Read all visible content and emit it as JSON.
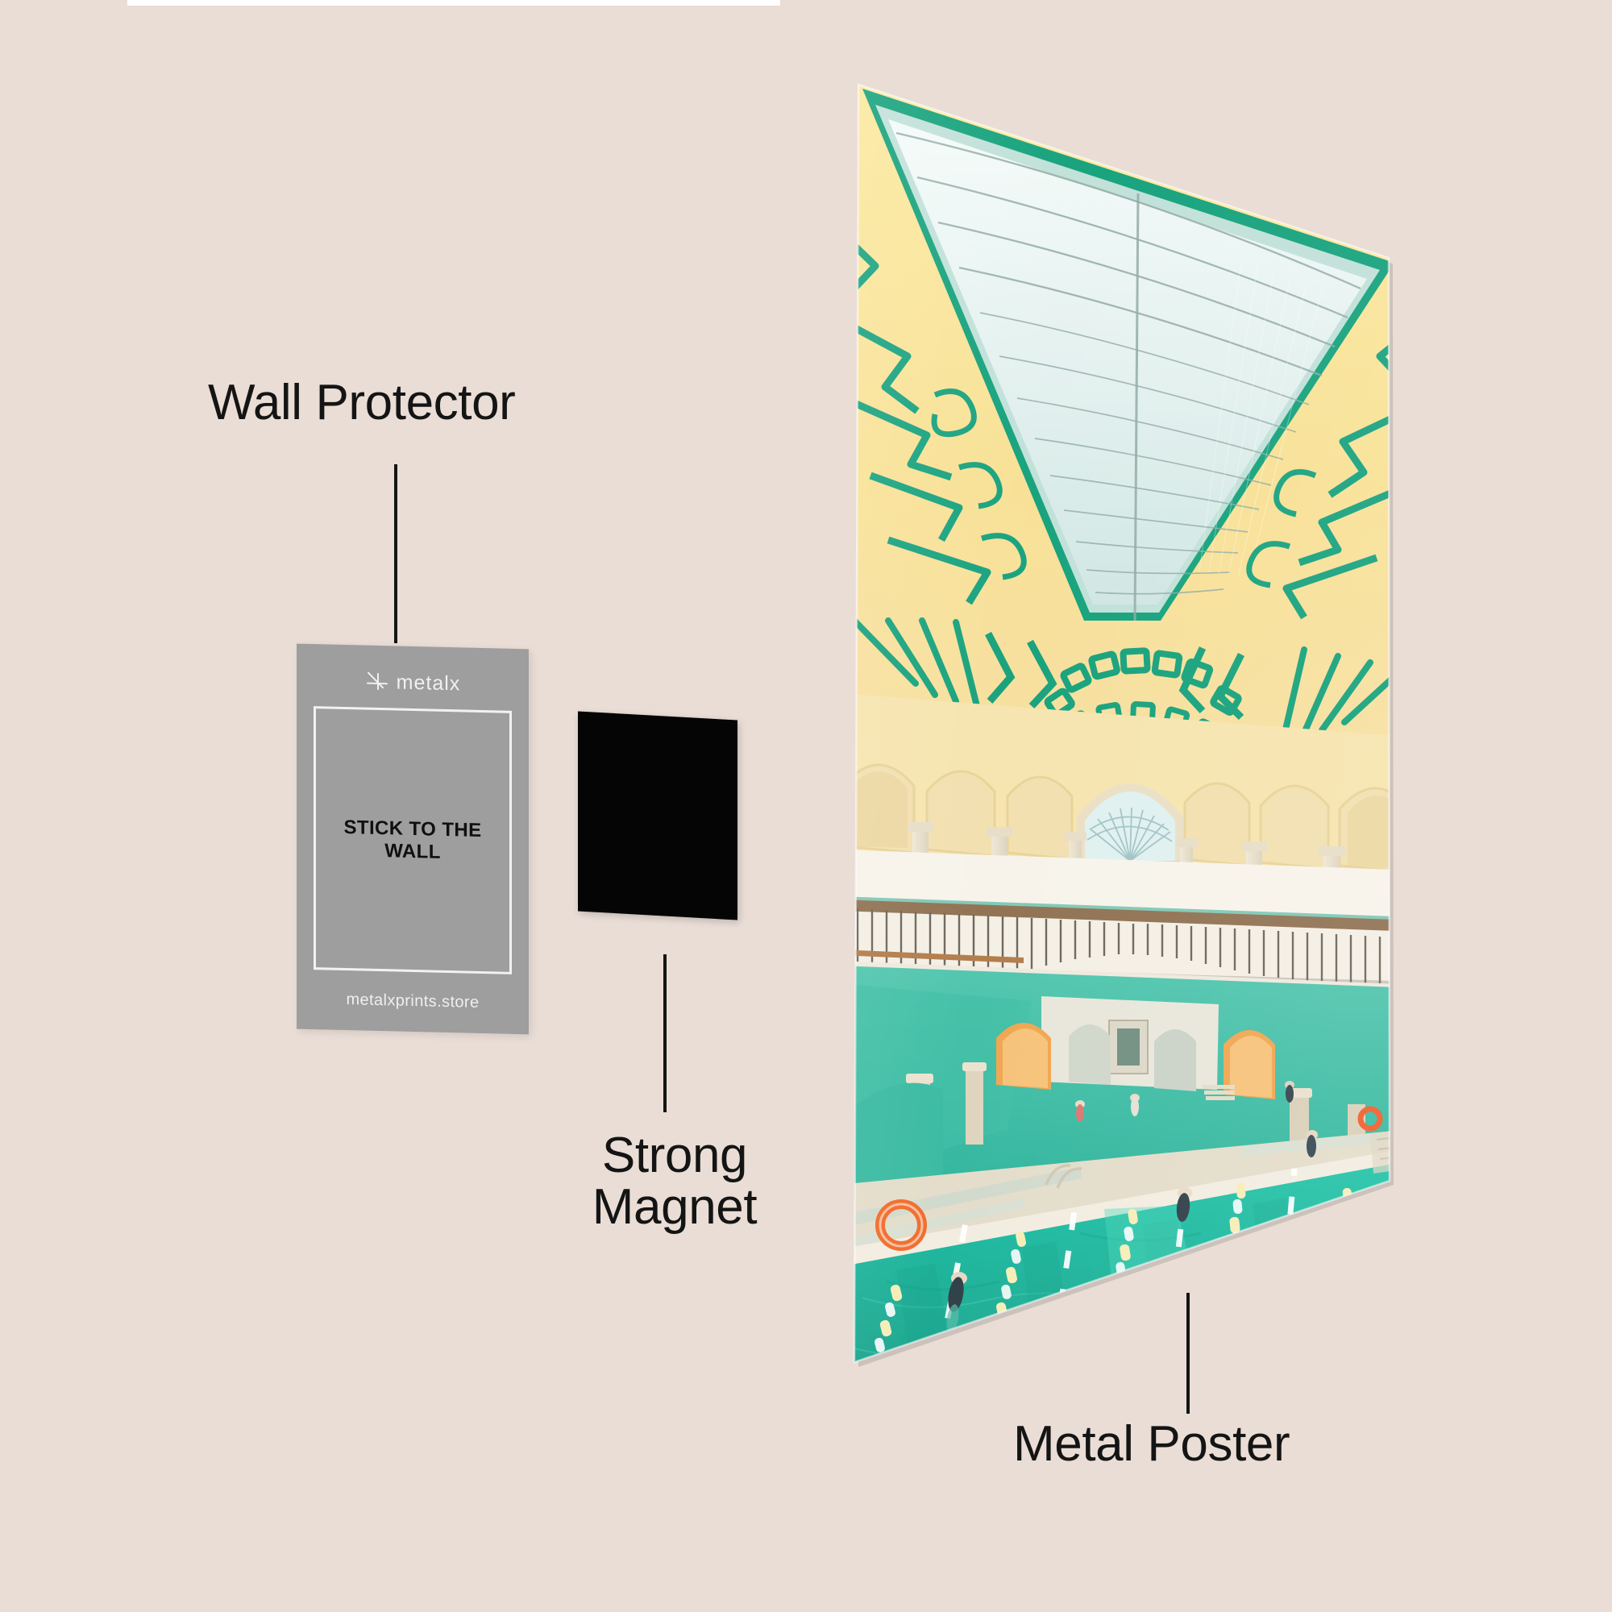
{
  "page": {
    "background_color": "#e9ddd6",
    "type": "product-infographic"
  },
  "callouts": [
    {
      "id": "wall-protector",
      "label": "Wall Protector"
    },
    {
      "id": "strong-magnet",
      "label": "Strong\nMagnet"
    },
    {
      "id": "metal-poster",
      "label": "Metal Poster"
    }
  ],
  "wall_protector": {
    "brand_name": "metalx",
    "logo_icon": "metalx-cross-icon",
    "center_text": "STICK TO THE WALL",
    "url_text": "metalxprints.store",
    "card_color": "#9e9e9e",
    "frame_color": "#f2f2f2"
  },
  "magnet": {
    "color": "#050505",
    "shape": "square"
  },
  "metal_poster": {
    "artwork_title": "Art Nouveau Indoor Swimming Pool",
    "colors": {
      "ceiling_yellow": "#f7e08c",
      "ornament_green": "#14a07a",
      "skylight_glass": "#e4f2ef",
      "pool_water": "#17b59b",
      "stone_beige": "#e6dcc8",
      "lane_rope_yellow": "#f4e8a8",
      "life_ring_orange": "#f06a28",
      "rail_brown": "#9a7a5a"
    },
    "scene_elements": [
      "barrel-vault glass skylight",
      "yellow vaulted ceiling with green art-nouveau ornament",
      "arcade of round arches",
      "fan-light arched window",
      "upper gallery railing",
      "swimming pool with 5 lanes",
      "lane ropes",
      "swimmers",
      "orange life ring"
    ],
    "swimmer_count": 6,
    "lane_count": 5
  }
}
